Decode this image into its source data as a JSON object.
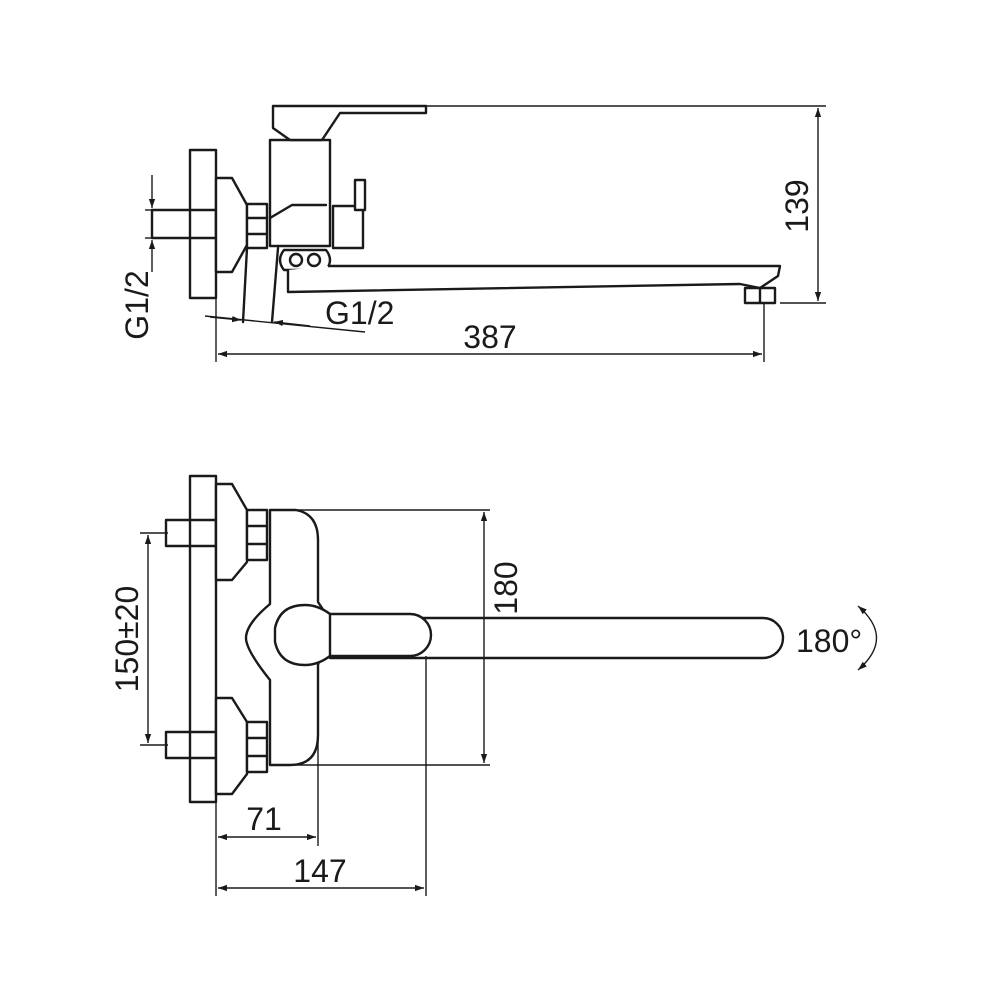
{
  "side_view": {
    "height": "139",
    "length": "387",
    "thread_wall": "G1/2",
    "thread_body": "G1/2"
  },
  "top_view": {
    "spout_reach": "180",
    "inlet_spacing": "150±20",
    "rotation": "180°",
    "body_offset": "71",
    "body_depth": "147"
  }
}
